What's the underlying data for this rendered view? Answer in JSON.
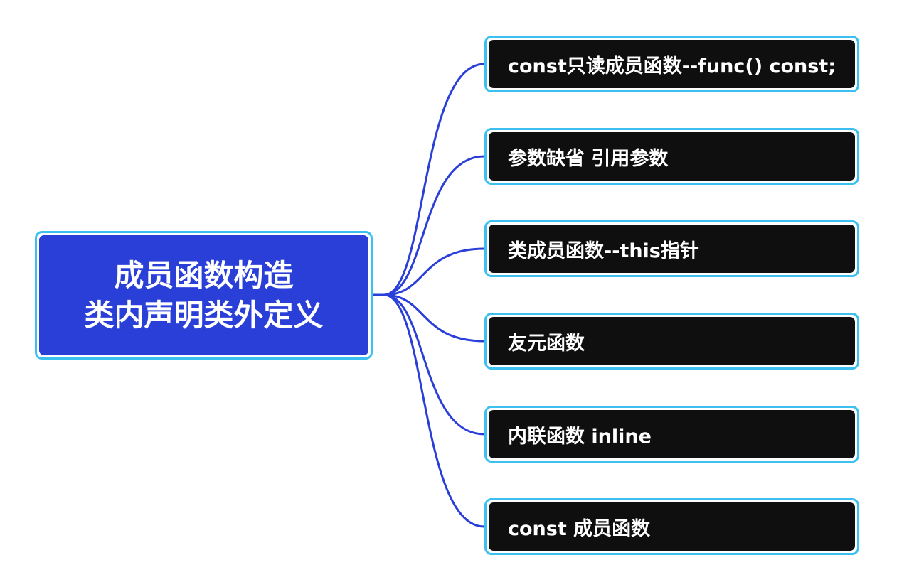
{
  "root": {
    "line1": "成员函数构造",
    "line2": "类内声明类外定义"
  },
  "branches": [
    {
      "label": "const只读成员函数--func() const;"
    },
    {
      "label": "参数缺省  引用参数"
    },
    {
      "label": "类成员函数--this指针"
    },
    {
      "label": "友元函数"
    },
    {
      "label": "内联函数 inline"
    },
    {
      "label": "const 成员函数"
    }
  ],
  "colors": {
    "root_fill": "#2a3fd8",
    "branch_fill": "#0f0f0f",
    "border": "#3cc0ef",
    "connector": "#2a3fd8",
    "text": "#ffffff"
  }
}
